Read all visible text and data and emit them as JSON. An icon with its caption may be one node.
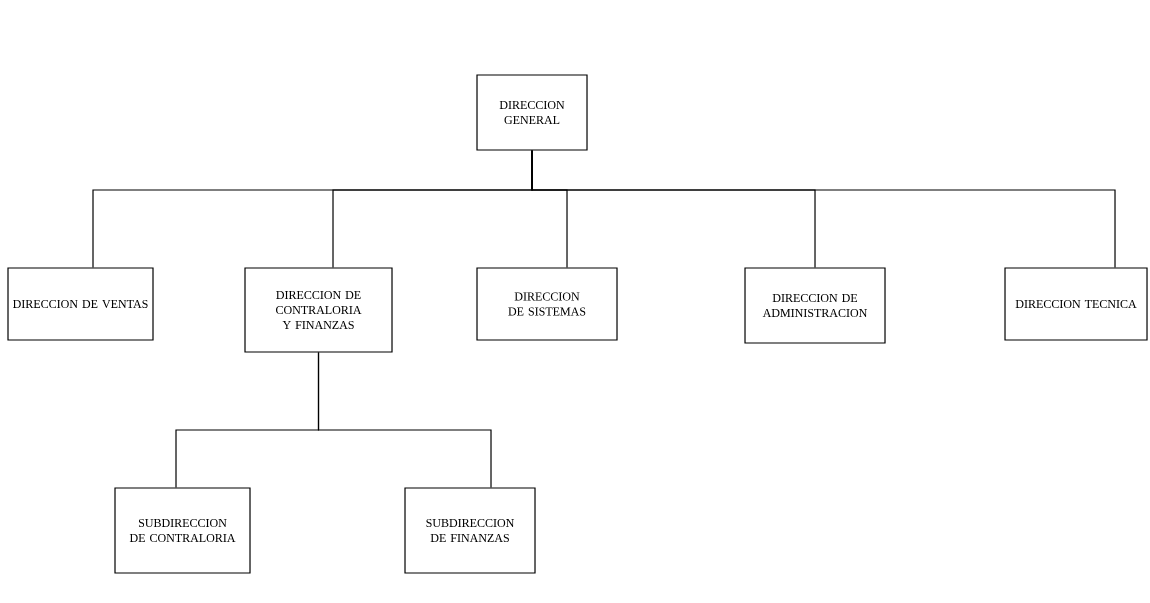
{
  "diagram": {
    "nodes": [
      {
        "text": [
          "DIRECCION GENERAL"
        ]
      },
      {
        "text": [
          "DIRECCION DE VENTAS"
        ]
      },
      {
        "text": [
          "DIRECCION DE CONTRALORIA Y FINANZAS"
        ]
      },
      {
        "text": [
          "DIRECCION DE SISTEMAS"
        ]
      },
      {
        "text": [
          "DIRECCION DE ADMINISTRACION"
        ]
      },
      {
        "text": [
          "DIRECCION TECNICA"
        ]
      },
      {
        "text": [
          "SUBDIRECCION DE CONTRALORIA"
        ]
      },
      {
        "text": [
          "SUBDIRECCION DE FINANZAS"
        ]
      }
    ],
    "edges": [
      {
        "from": 0,
        "to": 1,
        "arrow": "none"
      },
      {
        "from": 0,
        "to": 2,
        "arrow": "none"
      },
      {
        "from": 0,
        "to": 3,
        "arrow": "none"
      },
      {
        "from": 0,
        "to": 4,
        "arrow": "none"
      },
      {
        "from": 0,
        "to": 5,
        "arrow": "none"
      },
      {
        "from": 2,
        "to": 6,
        "arrow": "none"
      },
      {
        "from": 2,
        "to": 7,
        "arrow": "none"
      }
    ]
  }
}
